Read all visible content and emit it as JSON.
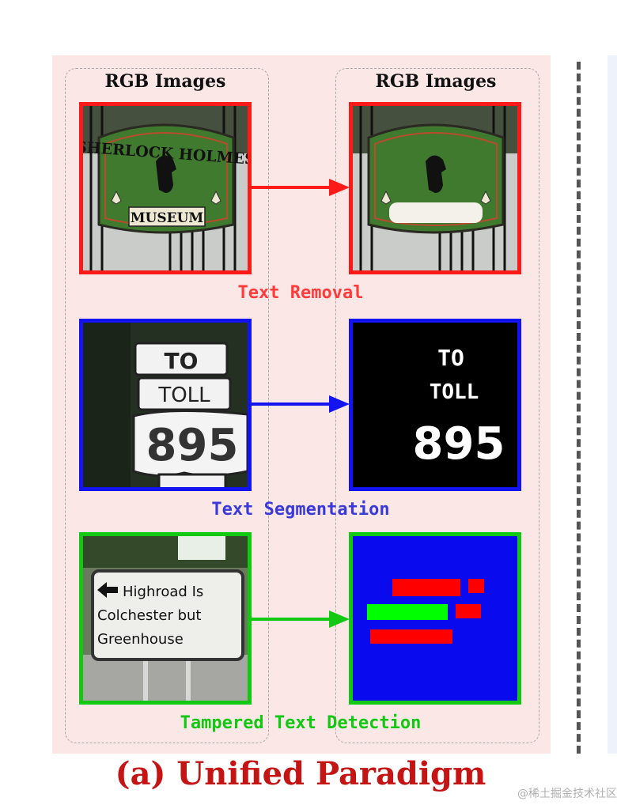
{
  "columns": {
    "left_title": "RGB Images",
    "right_title": "RGB Images"
  },
  "rows": [
    {
      "caption": "Text Removal",
      "color": "#ff3b3b"
    },
    {
      "caption": "Text Segmentation",
      "color": "#3a3ad8"
    },
    {
      "caption": "Tampered Text Detection",
      "color": "#12c812"
    }
  ],
  "images": {
    "removal_input": {
      "sign_top": "SHERLOCK HOLMES",
      "sign_bottom": "MUSEUM"
    },
    "segmentation_input": {
      "line1": "TO",
      "line2": "TOLL",
      "line3": "895"
    },
    "segmentation_output": {
      "line1": "TO",
      "line2": "TOLL",
      "line3": "895"
    },
    "detection_input": {
      "line1": "Highroad Is",
      "line2": "Colchester but",
      "line3": "Greenhouse"
    }
  },
  "colors": {
    "removal": "#ff1a1a",
    "segmentation": "#1414f0",
    "detection": "#12c812",
    "panel_bg": "#fbe7e6"
  },
  "footer": {
    "caption": "(a) Unified Paradigm",
    "watermark": "@稀土掘金技术社区"
  }
}
